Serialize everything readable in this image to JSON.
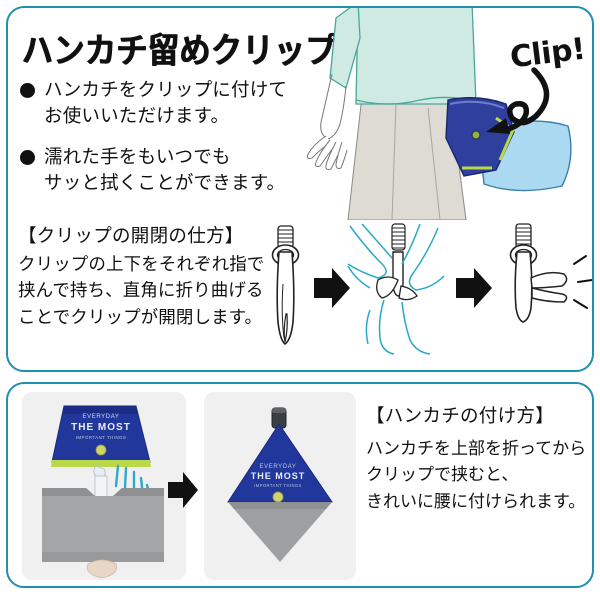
{
  "theme": {
    "border_color": "#1f8fb0",
    "text_color": "#111111",
    "navy": "#2f3f9e",
    "light_blue": "#a8d8f0",
    "mint": "#cfe9e3",
    "lime": "#b9d94a",
    "gray_towel": "#9a9a9a",
    "accent_cyan": "#29a8c6"
  },
  "top_panel": {
    "title": "ハンカチ留めクリップ",
    "bullets": [
      "ハンカチをクリップに付けて\nお使いいただけます。",
      "濡れた手をもいつでも\nサッと拭くことができます。"
    ],
    "clip_callout": "Clip!",
    "howto": {
      "heading": "【クリップの開閉の仕方】",
      "body": "クリップの上下をそれぞれ指で\n挟んで持ち、直角に折り曲げる\nことでクリップが開閉します。"
    },
    "clip_steps": [
      {
        "name": "clip-closed",
        "caption": ""
      },
      {
        "name": "clip-pinched-by-fingers",
        "caption": ""
      },
      {
        "name": "clip-opened",
        "caption": ""
      }
    ],
    "step_arrows": [
      "➡",
      "➡"
    ]
  },
  "bottom_panel": {
    "photos": [
      {
        "name": "towel-and-clip-separate",
        "towel_brand_line1": "EVERYDAY",
        "towel_brand_line2": "THE MOST",
        "towel_brand_line3": "IMPORTANT THINGS"
      },
      {
        "name": "towel-clipped-assembled",
        "towel_brand_line1": "EVERYDAY",
        "towel_brand_line2": "THE MOST",
        "towel_brand_line3": "IMPORTANT THINGS"
      }
    ],
    "arrow": "➡",
    "usage": {
      "heading": "【ハンカチの付け方】",
      "body": "ハンカチを上部を折ってから\nクリップで挟むと、\nきれいに腰に付けられます。"
    }
  },
  "icons": {
    "bullet": "bullet-dot-icon",
    "arrow_right": "arrow-right-icon",
    "curved_arrow": "curved-arrow-icon",
    "sparkle": "sparkle-lines-icon"
  }
}
